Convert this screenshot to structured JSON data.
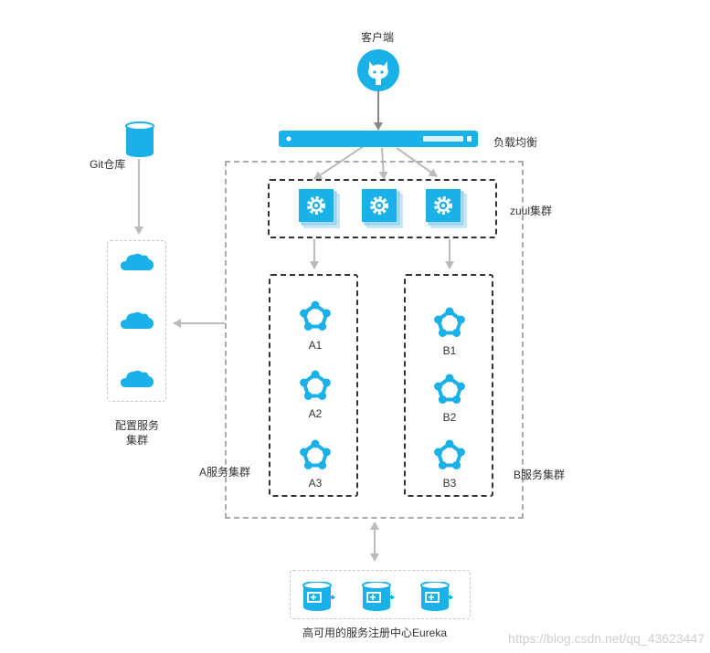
{
  "labels": {
    "client": "客户端",
    "load_balancer": "负载均衡",
    "git_repo": "Git仓库",
    "zuul_cluster": "zuul集群",
    "config_cluster_line1": "配置服务",
    "config_cluster_line2": "集群",
    "a_cluster": "A服务集群",
    "b_cluster": "B服务集群",
    "eureka": "高可用的服务注册中心Eureka"
  },
  "a_nodes": [
    "A1",
    "A2",
    "A3"
  ],
  "b_nodes": [
    "B1",
    "B2",
    "B3"
  ],
  "watermark": "https://blog.csdn.net/qq_43623447",
  "colors": {
    "accent": "#1ab0e8",
    "arrow": "#bbbbbb",
    "dark_arrow": "#888888"
  },
  "icons": {
    "client": "github-octocat-icon",
    "lb": "server-rack-icon",
    "git": "database-cylinder-icon",
    "zuul": "gear-card-icon",
    "config": "cloud-icon",
    "service": "cluster-node-icon",
    "eureka": "registry-disk-icon"
  }
}
